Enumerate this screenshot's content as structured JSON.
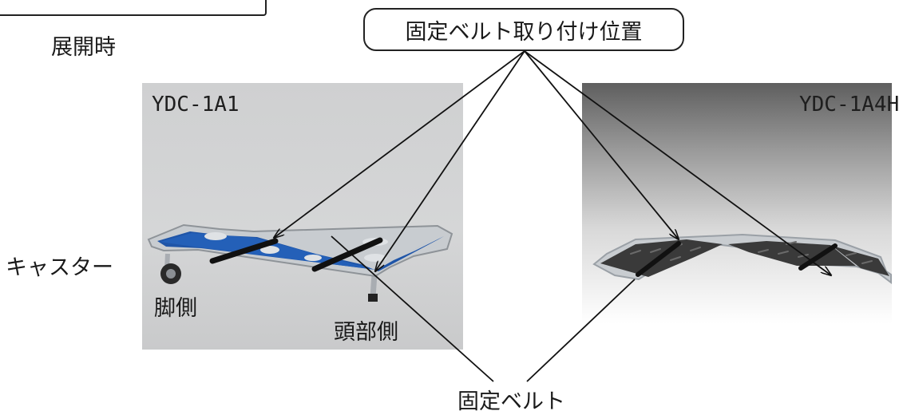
{
  "labels": {
    "deployed": "展開時",
    "caster": "キャスター",
    "foot_side": "脚側",
    "head_side": "頭部側",
    "belt_position": "固定ベルト取り付け位置",
    "belt": "固定ベルト"
  },
  "models": {
    "left": "YDC-1A1",
    "right": "YDC-1A4H"
  },
  "colors": {
    "stretcher_blue": "#1f55a8",
    "board_dark": "#3a3a3a",
    "frame_silver": "#c8ccd0",
    "strap_black": "#111111",
    "line": "#111111"
  },
  "icons": {
    "stretcher_left": "blue-canvas-stretcher",
    "stretcher_right": "dark-board-stretcher"
  }
}
